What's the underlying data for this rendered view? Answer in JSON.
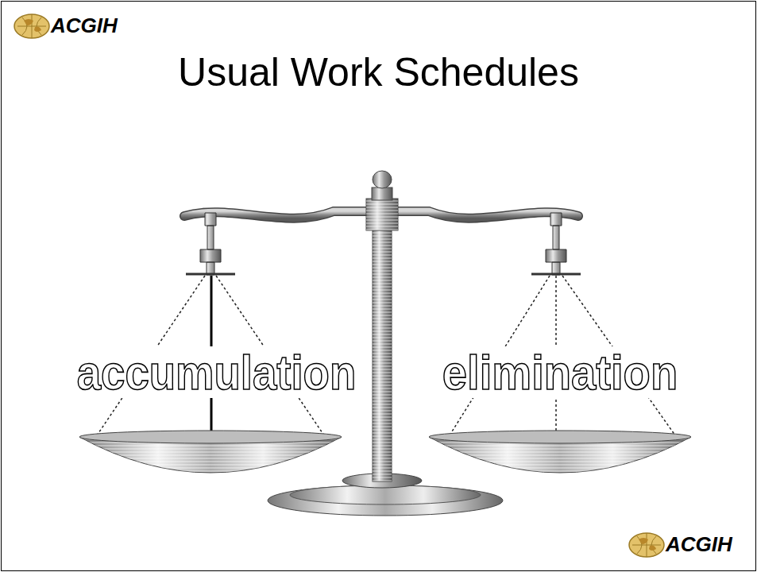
{
  "diagram": {
    "title": "Usual Work Schedules",
    "labels": [
      "ACGIH",
      "accumulation",
      "elimination",
      "ACGIH"
    ]
  }
}
